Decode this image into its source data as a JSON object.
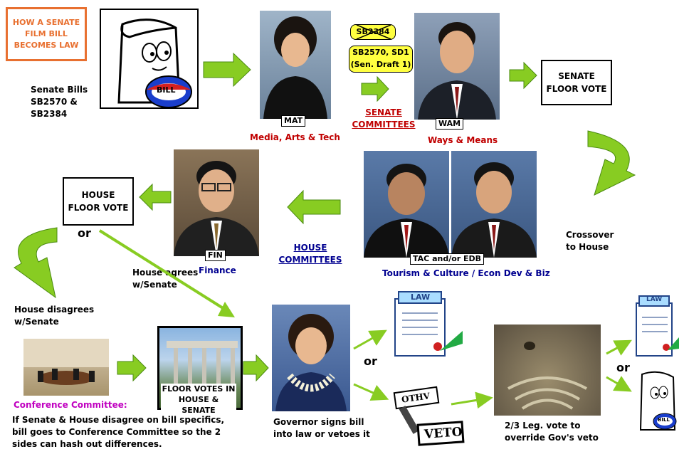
{
  "title_box": {
    "text": "HOW A SENATE\nFILM BILL\nBECOMES LAW",
    "color": "#e87030"
  },
  "intro": {
    "text": "Senate Bills\nSB2570 &\nSB2384"
  },
  "mat": {
    "tag": "MAT",
    "caption": "Media, Arts & Tech"
  },
  "senate_committees": {
    "label": "SENATE\nCOMMITTEES"
  },
  "bills_note": {
    "crossed": "SB2384",
    "current": "SB2570, SD1\n(Sen. Draft 1)"
  },
  "wam": {
    "tag": "WAM",
    "caption": "Ways & Means"
  },
  "senate_floor": {
    "text": "SENATE\nFLOOR VOTE"
  },
  "crossover": {
    "text": "Crossover\nto House"
  },
  "tac_edb": {
    "tag": "TAC and/or EDB",
    "caption": "Tourism & Culture / Econ Dev & Biz"
  },
  "house_committees": {
    "label": "HOUSE\nCOMMITTEES"
  },
  "fin": {
    "tag": "FIN",
    "caption": "Finance"
  },
  "house_floor": {
    "text": "HOUSE\nFLOOR VOTE"
  },
  "or_labels": [
    "or",
    "or",
    "or"
  ],
  "house_agrees": {
    "text": "House agrees\nw/Senate"
  },
  "house_disagrees": {
    "text": "House disagrees\nw/Senate"
  },
  "conference": {
    "title": "Conference Committee:",
    "text": "If Senate & House disagree on bill specifics,\nbill goes to Conference Committee so the 2\nsides can hash out differences."
  },
  "floor_votes": {
    "text": "FLOOR VOTES IN\nHOUSE & SENATE"
  },
  "governor": {
    "text": "Governor signs bill\ninto law or vetoes it"
  },
  "law_sign": {
    "text": "LAW"
  },
  "veto": {
    "text": "VETO",
    "stamp": "OTHV"
  },
  "override": {
    "text": "2/3 Leg. vote to\noverride Gov's veto"
  },
  "bill_badge": {
    "text": "BILL"
  },
  "colors": {
    "arrow": "#88cc22",
    "arrow_dark": "#4a8a10",
    "red": "#c00000",
    "blue": "#000090",
    "magenta": "#c000c0",
    "orange": "#e87030"
  }
}
